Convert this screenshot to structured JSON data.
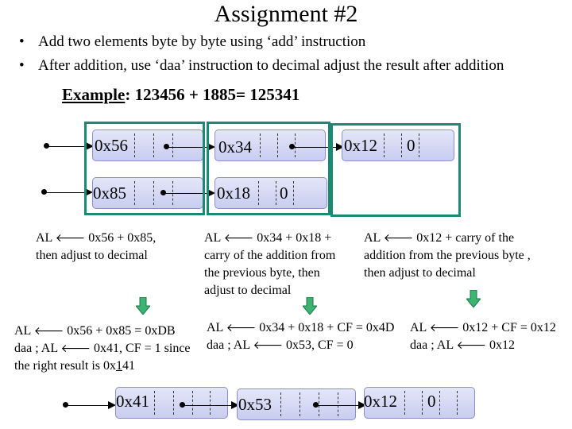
{
  "title": "Assignment #2",
  "bullets": [
    "Add two elements byte by byte using ‘add’ instruction",
    "After addition, use ‘daa’ instruction to decimal adjust the result after addition"
  ],
  "example": {
    "label": "Example",
    "expr": ": 123456 + 1885= 125341"
  },
  "list1": {
    "b1": "0x56",
    "b2": "0x34",
    "b3": "0x12",
    "b4": "0"
  },
  "list2": {
    "b1": "0x85",
    "b2": "0x18",
    "b3": "0"
  },
  "result": {
    "b1": "0x41",
    "b2": "0x53",
    "b3": "0x12",
    "b4": "0"
  },
  "step_notes": {
    "col1": {
      "pre": "AL ",
      "post": " 0x56 + 0x85, then adjust to decimal"
    },
    "col2": {
      "pre": "AL ",
      "post": " 0x34 + 0x18 + carry of the addition from the previous byte, then adjust to decimal"
    },
    "col3": {
      "pre": "AL ",
      "post": " 0x12 + carry of the addition from the previous byte , then adjust to decimal"
    }
  },
  "calc_notes": {
    "col1": {
      "line1_pre": "AL ",
      "line1_post": " 0x56 + 0x85 = 0xDB",
      "line2": "daa ; AL ",
      "line2_post": " 0x41, CF = 1 since",
      "line3_pre": "the right result is 0x",
      "line3_digit": "1",
      "line3_post": "41"
    },
    "col2": {
      "line1_pre": "AL ",
      "line1_post": " 0x34 + 0x18 + CF = 0x4D",
      "line2": "daa ; AL ",
      "line2_post": " 0x53, CF = 0"
    },
    "col3": {
      "line1_pre": "AL ",
      "line1_post": " 0x12 + CF = 0x12",
      "line2": "daa ; AL ",
      "line2_post": " 0x12"
    }
  },
  "glyphs": {
    "left_arrow": "🡐",
    "bullet": "•"
  },
  "colors": {
    "teal": "#1a8a74",
    "green_arrow": "#3cb371",
    "cell": "#c8cdf0"
  }
}
